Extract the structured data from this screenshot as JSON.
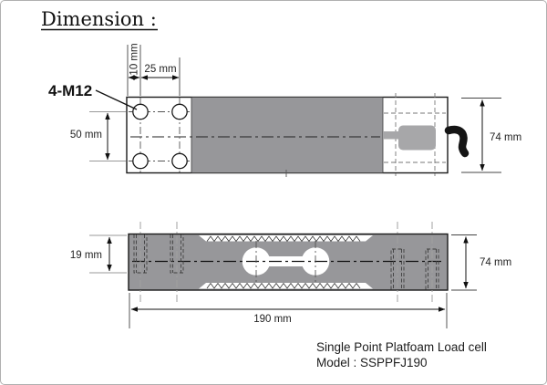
{
  "title": "Dimension :",
  "top_view": {
    "hole_callout": "4-M12",
    "dim_hole_offset": "10 mm",
    "dim_hole_pitch_x": "25 mm",
    "dim_hole_pitch_y": "50 mm",
    "dim_width": "74 mm"
  },
  "side_view": {
    "dim_thread_depth": "19 mm",
    "dim_length": "190 mm",
    "dim_height": "74 mm"
  },
  "footer": {
    "line1": "Single Point Platfoam Load cell",
    "line2": "Model : SSPPFJ190"
  },
  "colors": {
    "body_gray": "#97979a",
    "connector_gray": "#a7a7a9",
    "outline": "#1a1a1a"
  }
}
